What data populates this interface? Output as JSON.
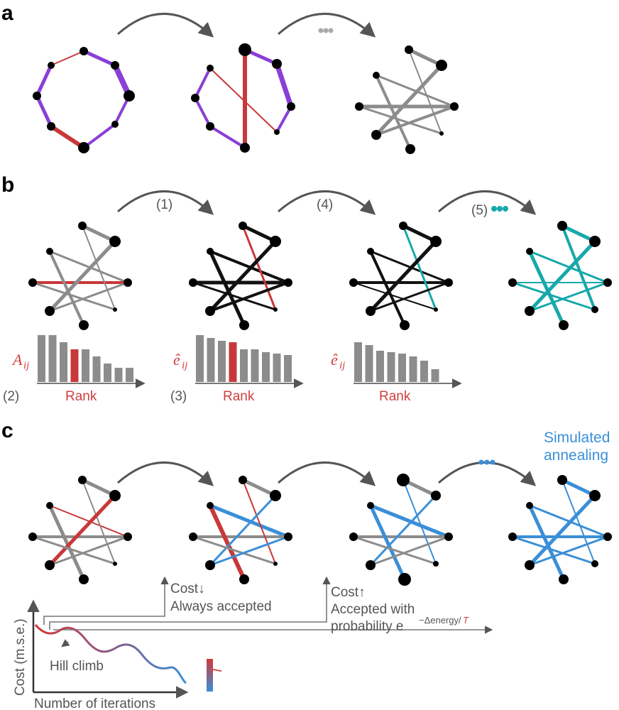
{
  "panels": {
    "a": "a",
    "b": "b",
    "c": "c"
  },
  "steps_b": [
    "(1)",
    "(4)",
    "(5)"
  ],
  "bar_labels": {
    "first": {
      "prefix": "(2)",
      "symbol": "A",
      "sub": "ij",
      "axis": "Rank"
    },
    "second": {
      "prefix": "(3)",
      "symbol": "ê",
      "sub": "ij",
      "axis": "Rank"
    },
    "third": {
      "prefix": "",
      "symbol": "ê",
      "sub": "ij",
      "axis": "Rank"
    }
  },
  "simulated_annealing": [
    "Simulated",
    "annealing"
  ],
  "cost_down": {
    "title": "Cost↓",
    "text": "Always accepted"
  },
  "cost_up": {
    "title": "Cost↑",
    "line1": "Accepted with",
    "line2": "probability e",
    "exponent": "−Δenergy/",
    "temp": "T"
  },
  "hill_climb": "Hill climb",
  "cost_axis": "Cost (m.s.e.)",
  "iter_axis": "Number of iterations",
  "temp_label": "T",
  "colors": {
    "purple": "#8a3fd6",
    "red": "#c8383a",
    "gray": "#8c8c8c",
    "black": "#111111",
    "teal": "#17a8aa",
    "blue": "#3a8fd8"
  }
}
